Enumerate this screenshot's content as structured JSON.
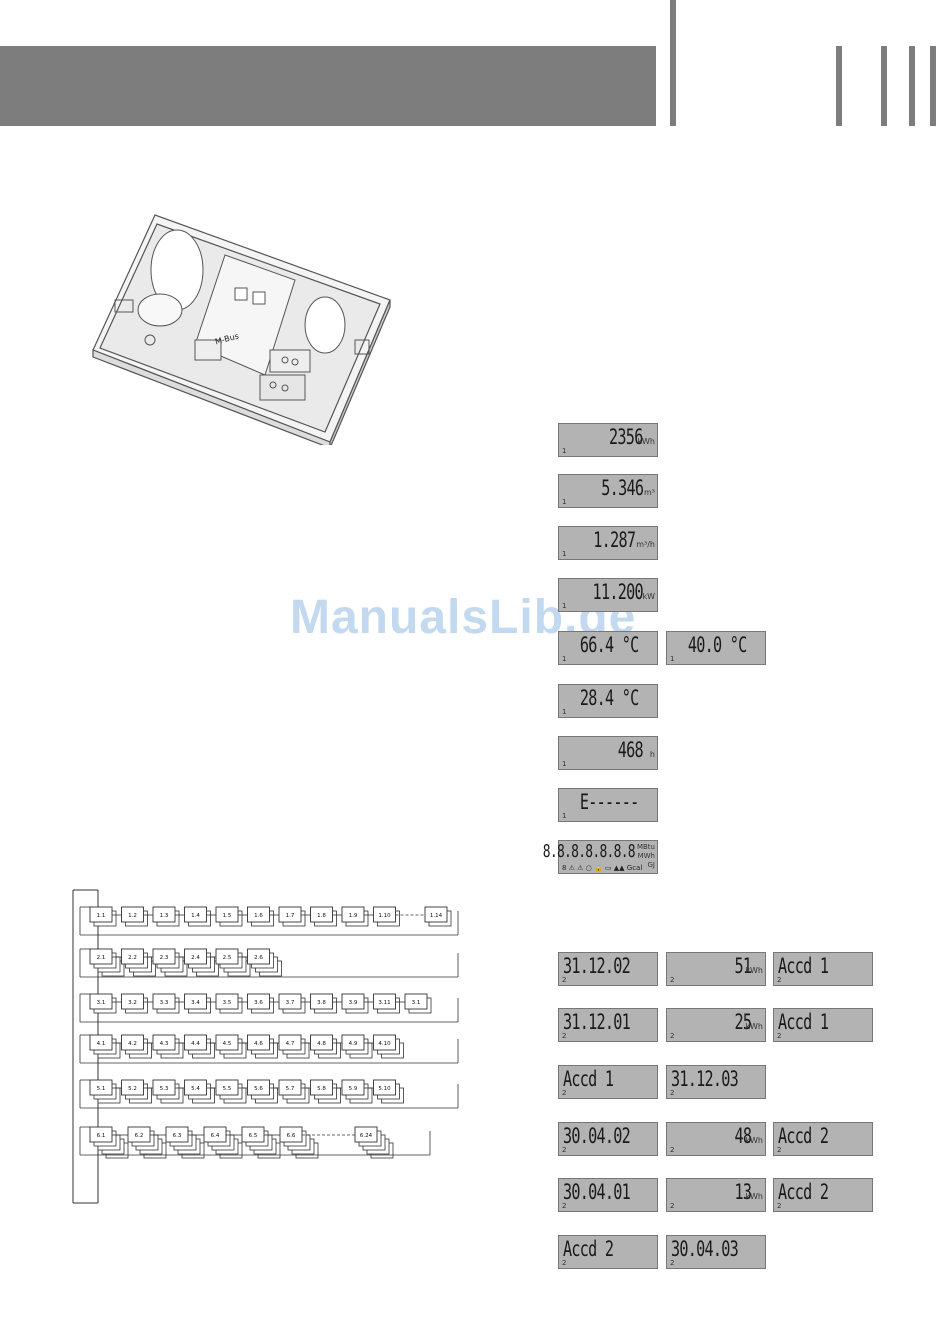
{
  "device": {
    "label": "M-Bus"
  },
  "watermark": "ManualsLib.de",
  "lcd_main": [
    {
      "id": "energy",
      "value": "2356",
      "unit": "kWh",
      "idx": "1"
    },
    {
      "id": "volume",
      "value": "5.346",
      "unit": "m³",
      "idx": "1"
    },
    {
      "id": "flow",
      "value": "1.287",
      "unit": "m³/h",
      "idx": "1"
    },
    {
      "id": "power",
      "value": "11.200",
      "unit": "kW",
      "idx": "1"
    },
    {
      "id": "temp-flow",
      "value": "66.4 °C",
      "unit": "",
      "idx": "1"
    },
    {
      "id": "temp-return",
      "value": "40.0 °C",
      "unit": "",
      "idx": "1"
    },
    {
      "id": "temp-diff",
      "value": "28.4 °C",
      "unit": "",
      "idx": "1"
    },
    {
      "id": "hours",
      "value": "468",
      "unit": "h",
      "idx": "1"
    },
    {
      "id": "error",
      "value": "E------",
      "unit": "",
      "idx": "1"
    },
    {
      "id": "segment-test",
      "value": "8.8.8.8.8.8.8",
      "unit": "MBtu MWh GJ",
      "idx": "",
      "icons": "8 ⚠ ⚠ ○ 🔒 ▭ ▲▲ Gcal"
    }
  ],
  "lcd_accd": [
    {
      "id": "a1",
      "value": "31.12.02",
      "idx": "2",
      "left": true
    },
    {
      "id": "a2",
      "value": "51",
      "unit": "kWh",
      "idx": "2"
    },
    {
      "id": "a3",
      "value": "Accd 1",
      "idx": "2",
      "left": true
    },
    {
      "id": "a4",
      "value": "31.12.01",
      "idx": "2",
      "left": true
    },
    {
      "id": "a5",
      "value": "25",
      "unit": "kWh",
      "idx": "2"
    },
    {
      "id": "a6",
      "value": "Accd 1",
      "idx": "2",
      "left": true
    },
    {
      "id": "a7",
      "value": "Accd 1",
      "idx": "2",
      "left": true
    },
    {
      "id": "a8",
      "value": "31.12.03",
      "idx": "2",
      "left": true
    },
    {
      "id": "a9",
      "value": "30.04.02",
      "idx": "2",
      "left": true
    },
    {
      "id": "a10",
      "value": "48",
      "unit": "kWh",
      "idx": "2"
    },
    {
      "id": "a11",
      "value": "Accd 2",
      "idx": "2",
      "left": true
    },
    {
      "id": "a12",
      "value": "30.04.01",
      "idx": "2",
      "left": true
    },
    {
      "id": "a13",
      "value": "13",
      "unit": "kWh",
      "idx": "2"
    },
    {
      "id": "a14",
      "value": "Accd 2",
      "idx": "2",
      "left": true
    },
    {
      "id": "a15",
      "value": "Accd 2",
      "idx": "2",
      "left": true
    },
    {
      "id": "a16",
      "value": "30.04.03",
      "idx": "2",
      "left": true
    }
  ],
  "menu_rows": [
    {
      "labels": [
        "1.1",
        "1.2",
        "1.3",
        "1.4",
        "1.5",
        "1.6",
        "1.7",
        "1.8",
        "1.9",
        "1.10",
        "1.14"
      ]
    },
    {
      "labels": [
        "2.1",
        "2.2",
        "2.3",
        "2.4",
        "2.5",
        "2.6"
      ]
    },
    {
      "labels": [
        "3.1",
        "3.2",
        "3.3",
        "3.4",
        "3.5",
        "3.6",
        "3.7",
        "3.8",
        "3.9",
        "3.11",
        "3.1"
      ]
    },
    {
      "labels": [
        "4.1",
        "4.2",
        "4.3",
        "4.4",
        "4.5",
        "4.6",
        "4.7",
        "4.8",
        "4.9",
        "4.10"
      ]
    },
    {
      "labels": [
        "5.1",
        "5.2",
        "5.3",
        "5.4",
        "5.5",
        "5.6",
        "5.7",
        "5.8",
        "5.9",
        "5.10"
      ]
    },
    {
      "labels": [
        "6.1",
        "6.2",
        "6.3",
        "6.4",
        "6.5",
        "6.6",
        "6.24"
      ]
    }
  ]
}
